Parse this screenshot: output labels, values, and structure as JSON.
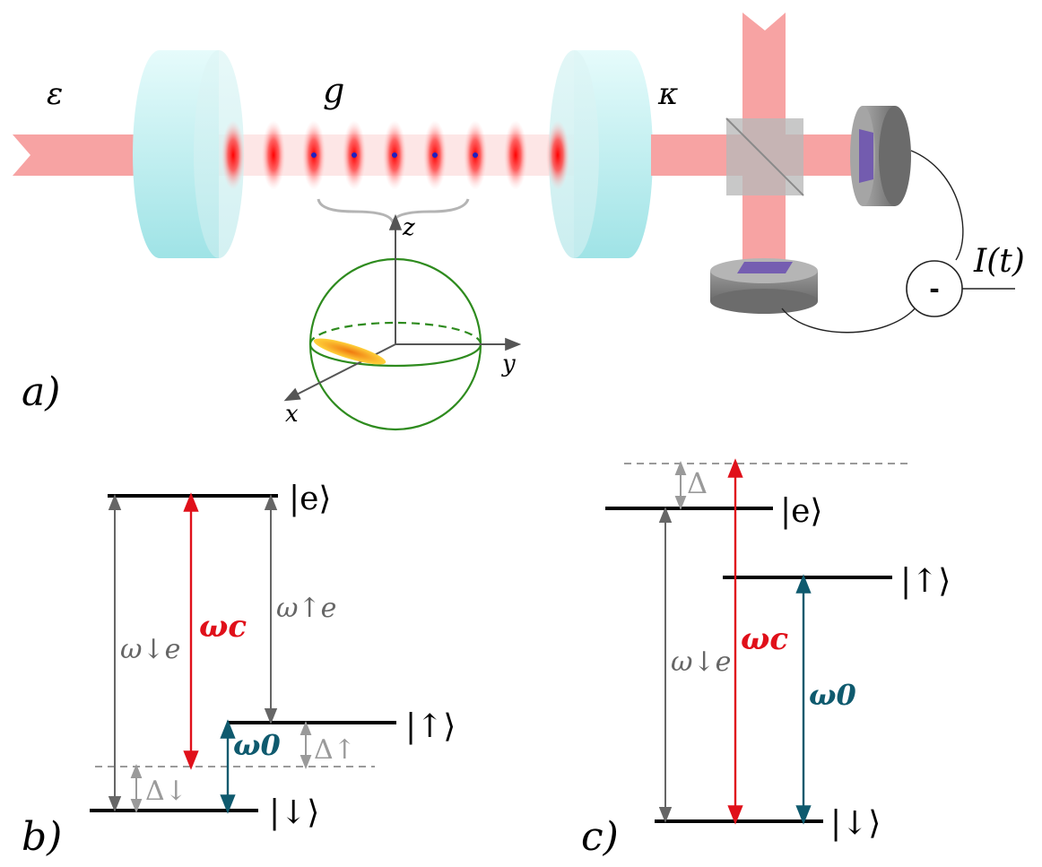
{
  "panel_a": {
    "panel_label": "a)",
    "epsilon_label": "ε",
    "g_label": "g",
    "kappa_label": "κ",
    "current_label": "I(t)",
    "subtract_symbol": "-",
    "axis_x": "x",
    "axis_y": "y",
    "axis_z": "z"
  },
  "panel_b": {
    "panel_label": "b)",
    "level_e": "|e⟩",
    "level_up": "|↑⟩",
    "level_down": "|↓⟩",
    "omega_down_e": "ω↓e",
    "omega_c": "ωc",
    "omega_up_e": "ω↑e",
    "omega_0": "ω0",
    "delta_down": "Δ↓",
    "delta_up": "Δ↑"
  },
  "panel_c": {
    "panel_label": "c)",
    "level_e": "|e⟩",
    "level_up": "|↑⟩",
    "level_down": "|↓⟩",
    "omega_down_e": "ω↓e",
    "omega_c": "ωc",
    "omega_0": "ω0",
    "delta": "Δ"
  },
  "colors": {
    "laser": "#f7a3a3",
    "mirror": "#bfeef0",
    "cavity_field": "#ff1a1a",
    "atom": "#2020c0",
    "sphere": "#2e8b1e",
    "spin_state": "#f5a623",
    "detector": "#8c8c8c",
    "omega_c": "#e0101a",
    "omega_0": "#0f5a6e",
    "transition_gray": "#666666",
    "detuning_gray": "#9a9a9a"
  }
}
